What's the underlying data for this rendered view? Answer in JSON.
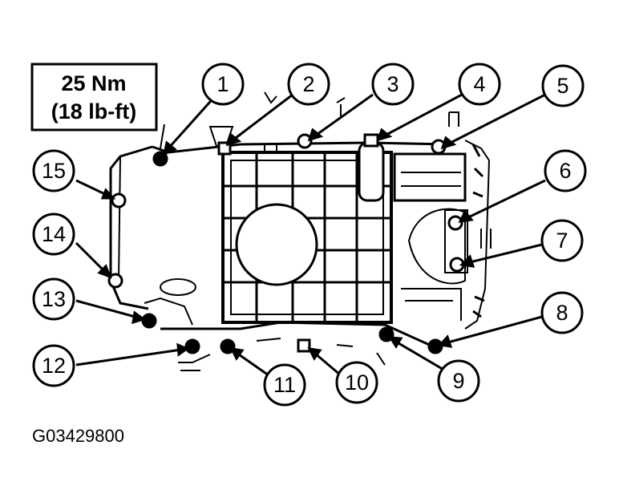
{
  "spec_box": {
    "line1": "25 Nm",
    "line2": "(18 lb-ft)"
  },
  "figure_id": "G03429800",
  "callouts": [
    "1",
    "2",
    "3",
    "4",
    "5",
    "6",
    "7",
    "8",
    "9",
    "10",
    "11",
    "12",
    "13",
    "14",
    "15"
  ],
  "colors": {
    "ink": "#000000",
    "paper": "#ffffff"
  }
}
